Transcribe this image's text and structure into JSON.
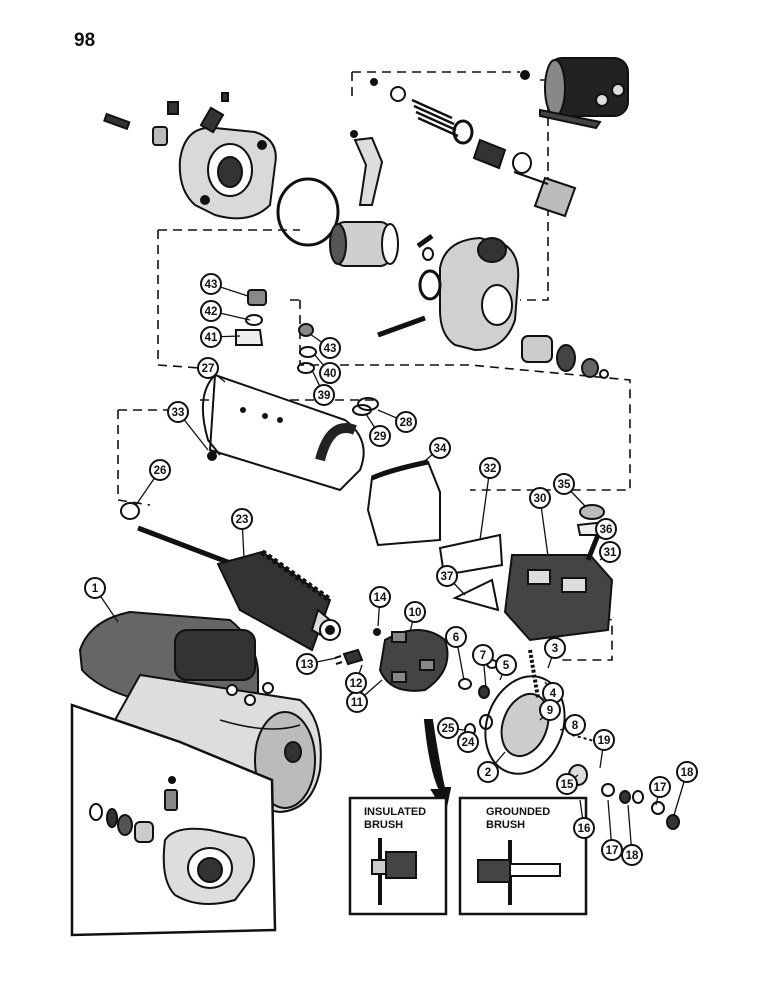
{
  "page": {
    "number": "98"
  },
  "insets": {
    "insulated": {
      "line1": "INSULATED",
      "line2": "BRUSH"
    },
    "grounded": {
      "line1": "GROUNDED",
      "line2": "BRUSH"
    }
  },
  "callouts": [
    {
      "id": "c1",
      "label": "1"
    },
    {
      "id": "c2",
      "label": "2"
    },
    {
      "id": "c3",
      "label": "3"
    },
    {
      "id": "c4",
      "label": "4"
    },
    {
      "id": "c5",
      "label": "5"
    },
    {
      "id": "c6",
      "label": "6"
    },
    {
      "id": "c7",
      "label": "7"
    },
    {
      "id": "c8",
      "label": "8"
    },
    {
      "id": "c9",
      "label": "9"
    },
    {
      "id": "c10",
      "label": "10"
    },
    {
      "id": "c11",
      "label": "11"
    },
    {
      "id": "c12",
      "label": "12"
    },
    {
      "id": "c13",
      "label": "13"
    },
    {
      "id": "c14",
      "label": "14"
    },
    {
      "id": "c15",
      "label": "15"
    },
    {
      "id": "c16",
      "label": "16"
    },
    {
      "id": "c17a",
      "label": "17"
    },
    {
      "id": "c17b",
      "label": "17"
    },
    {
      "id": "c18a",
      "label": "18"
    },
    {
      "id": "c18b",
      "label": "18"
    },
    {
      "id": "c19",
      "label": "19"
    },
    {
      "id": "c23",
      "label": "23"
    },
    {
      "id": "c24",
      "label": "24"
    },
    {
      "id": "c25",
      "label": "25"
    },
    {
      "id": "c26",
      "label": "26"
    },
    {
      "id": "c27",
      "label": "27"
    },
    {
      "id": "c28",
      "label": "28"
    },
    {
      "id": "c29",
      "label": "29"
    },
    {
      "id": "c30",
      "label": "30"
    },
    {
      "id": "c31",
      "label": "31"
    },
    {
      "id": "c32",
      "label": "32"
    },
    {
      "id": "c33",
      "label": "33"
    },
    {
      "id": "c34",
      "label": "34"
    },
    {
      "id": "c35",
      "label": "35"
    },
    {
      "id": "c36",
      "label": "36"
    },
    {
      "id": "c37",
      "label": "37"
    },
    {
      "id": "c39",
      "label": "39"
    },
    {
      "id": "c40",
      "label": "40"
    },
    {
      "id": "c41",
      "label": "41"
    },
    {
      "id": "c42",
      "label": "42"
    },
    {
      "id": "c43a",
      "label": "43"
    },
    {
      "id": "c43b",
      "label": "43"
    }
  ]
}
